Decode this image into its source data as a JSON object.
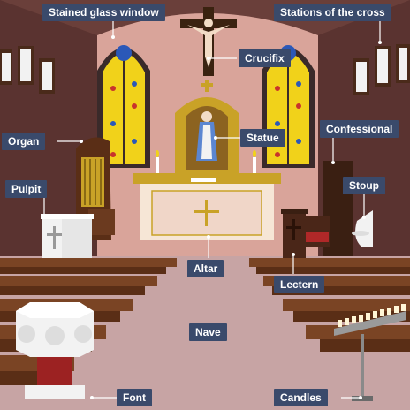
{
  "labels": {
    "stained_glass_window": "Stained glass window",
    "stations_of_the_cross": "Stations of the cross",
    "crucifix": "Crucifix",
    "organ": "Organ",
    "confessional": "Confessional",
    "statue": "Statue",
    "pulpit": "Pulpit",
    "stoup": "Stoup",
    "altar": "Altar",
    "lectern": "Lectern",
    "nave": "Nave",
    "font": "Font",
    "candles": "Candles"
  },
  "colors": {
    "label_bg": "#3a4a6b",
    "wall": "#d9a49a",
    "floor": "#c7a4a4",
    "pew_wood": "#6b3a1f",
    "window_glass": "#f1d21a",
    "gold": "#c9a227"
  }
}
